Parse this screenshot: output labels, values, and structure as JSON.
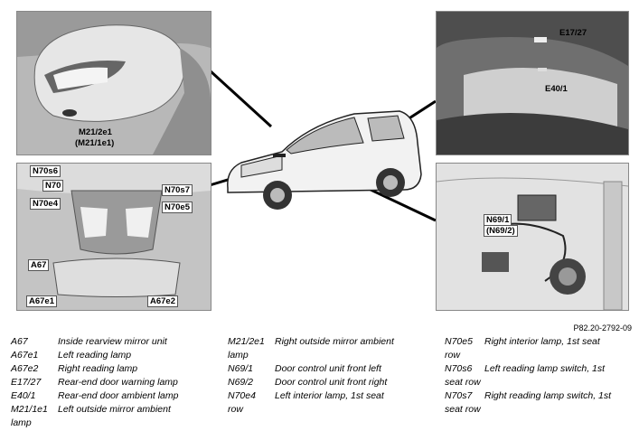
{
  "panels": {
    "mirror": {
      "labels": [
        "M21/2e1",
        "(M21/1e1)"
      ]
    },
    "tailgate": {
      "labels": [
        "E17/27",
        "E40/1"
      ]
    },
    "overhead": {
      "labels": [
        "N70s6",
        "N70",
        "N70e4",
        "N70s7",
        "N70e5",
        "A67",
        "A67e1",
        "A67e2"
      ]
    },
    "door": {
      "labels": [
        "N69/1",
        "(N69/2)"
      ]
    }
  },
  "reference": "P82.20-2792-09",
  "legend": {
    "col1": [
      {
        "code": "A67",
        "text": "Inside rearview mirror unit"
      },
      {
        "code": "A67e1",
        "text": "Left reading lamp"
      },
      {
        "code": "A67e2",
        "text": "Right reading lamp"
      },
      {
        "code": "E17/27",
        "text": "Rear-end door warning lamp"
      },
      {
        "code": "E40/1",
        "text": "Rear-end door ambient lamp"
      },
      {
        "code": "M21/1e1",
        "text": "Left outside mirror ambient"
      },
      {
        "code": "",
        "text": "lamp"
      }
    ],
    "col2": [
      {
        "code": "M21/2e1",
        "text": "Right outside mirror ambient"
      },
      {
        "code": "",
        "text": "lamp"
      },
      {
        "code": "N69/1",
        "text": "Door control unit front left"
      },
      {
        "code": "N69/2",
        "text": "Door control unit front right"
      },
      {
        "code": "N70e4",
        "text": "Left interior lamp, 1st seat"
      },
      {
        "code": "",
        "text": "row"
      }
    ],
    "col3": [
      {
        "code": "N70e5",
        "text": "Right interior lamp, 1st seat"
      },
      {
        "code": "",
        "text": "row"
      },
      {
        "code": "N70s6",
        "text": "Left reading lamp switch, 1st"
      },
      {
        "code": "",
        "text": "seat row"
      },
      {
        "code": "N70s7",
        "text": "Right reading lamp switch, 1st"
      },
      {
        "code": "",
        "text": "seat row"
      }
    ]
  }
}
